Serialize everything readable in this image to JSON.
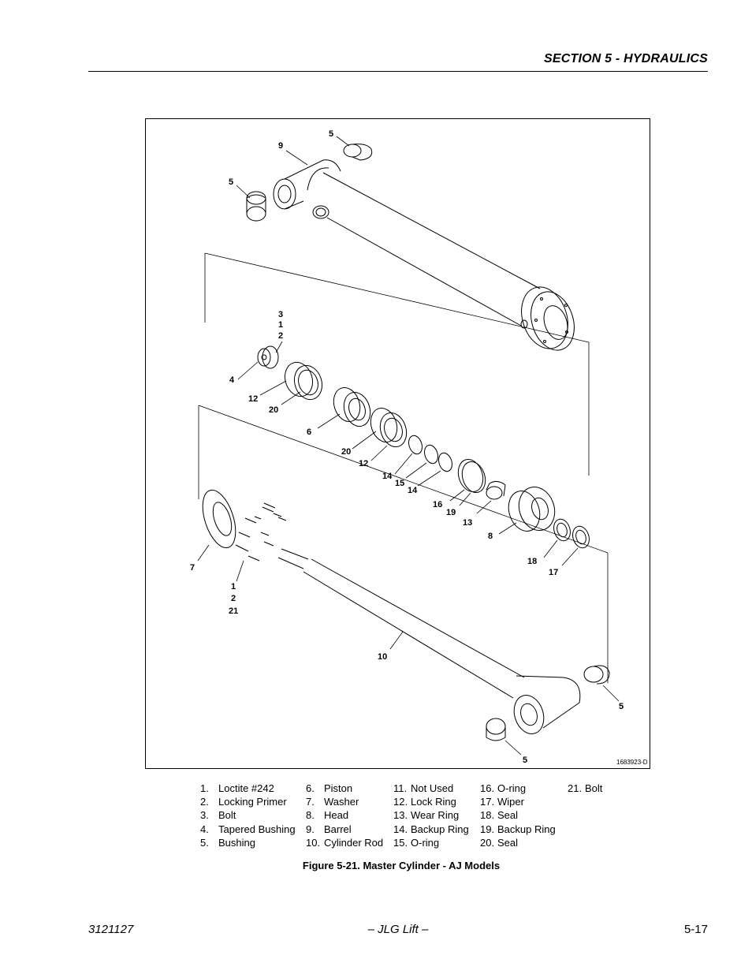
{
  "header": {
    "section_title": "SECTION 5 - HYDRAULICS"
  },
  "figure": {
    "drawing_number": "1683923-D",
    "callouts": [
      "9",
      "5",
      "5",
      "3",
      "1",
      "2",
      "4",
      "12",
      "20",
      "6",
      "20",
      "12",
      "14",
      "15",
      "14",
      "16",
      "19",
      "13",
      "8",
      "18",
      "17",
      "7",
      "1",
      "2",
      "21",
      "10",
      "5",
      "5"
    ]
  },
  "legend": {
    "col1": [
      {
        "num": "1.",
        "label": "Loctite #242"
      },
      {
        "num": "2.",
        "label": "Locking Primer"
      },
      {
        "num": "3.",
        "label": "Bolt"
      },
      {
        "num": "4.",
        "label": "Tapered Bushing"
      },
      {
        "num": "5.",
        "label": "Bushing"
      }
    ],
    "col2": [
      {
        "num": "6.",
        "label": "Piston"
      },
      {
        "num": "7.",
        "label": "Washer"
      },
      {
        "num": "8.",
        "label": "Head"
      },
      {
        "num": "9.",
        "label": "Barrel"
      },
      {
        "num": "10.",
        "label": "Cylinder Rod"
      }
    ],
    "col3": [
      {
        "num": "11.",
        "label": "Not Used"
      },
      {
        "num": "12.",
        "label": "Lock Ring"
      },
      {
        "num": "13.",
        "label": "Wear Ring"
      },
      {
        "num": "14.",
        "label": "Backup Ring"
      },
      {
        "num": "15.",
        "label": "O-ring"
      }
    ],
    "col4": [
      {
        "num": "16.",
        "label": "O-ring"
      },
      {
        "num": "17.",
        "label": "Wiper"
      },
      {
        "num": "18.",
        "label": "Seal"
      },
      {
        "num": "19.",
        "label": "Backup Ring"
      },
      {
        "num": "20.",
        "label": "Seal"
      }
    ],
    "col5": [
      {
        "num": "21.",
        "label": "Bolt"
      }
    ]
  },
  "caption": "Figure 5-21.  Master Cylinder - AJ Models",
  "footer": {
    "doc_number": "3121127",
    "publisher": "– JLG Lift –",
    "page_number": "5-17"
  }
}
